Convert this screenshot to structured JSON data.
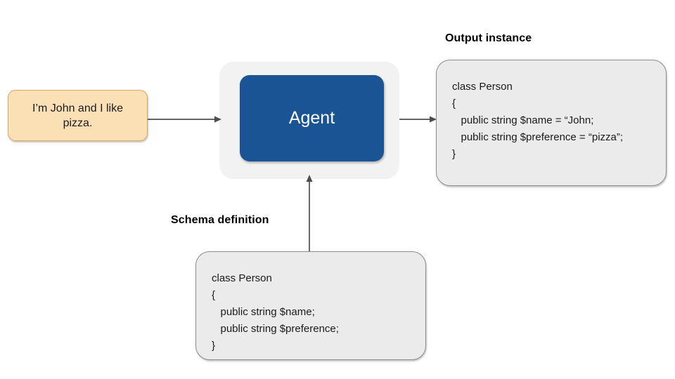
{
  "diagram": {
    "title_output": "Output instance",
    "title_schema": "Schema definition",
    "input": {
      "text": "I’m John and I like pizza.",
      "fill": "#fce0b5",
      "border": "#d6a863"
    },
    "agent": {
      "label": "Agent",
      "fill": "#1a5494",
      "shell_fill": "#f2f2f2",
      "text_color": "#ffffff"
    },
    "output_instance": {
      "heading": "Output instance",
      "fill": "#ebebeb",
      "border": "#8c8c8c",
      "lines": [
        "class Person",
        "{",
        "   public string $name = “John;",
        "",
        "   public string $preference = “pizza”;",
        "}"
      ]
    },
    "schema_definition": {
      "heading": "Schema definition",
      "fill": "#ebebeb",
      "border": "#8c8c8c",
      "lines": [
        "class Person",
        "{",
        "   public string $name;",
        "",
        "   public string $preference;",
        "}"
      ]
    },
    "connectors": [
      {
        "name": "input-to-agent",
        "direction": "right"
      },
      {
        "name": "agent-to-output",
        "direction": "right"
      },
      {
        "name": "schema-to-agent",
        "direction": "up"
      }
    ],
    "stroke_color": "#4d4d4d"
  }
}
